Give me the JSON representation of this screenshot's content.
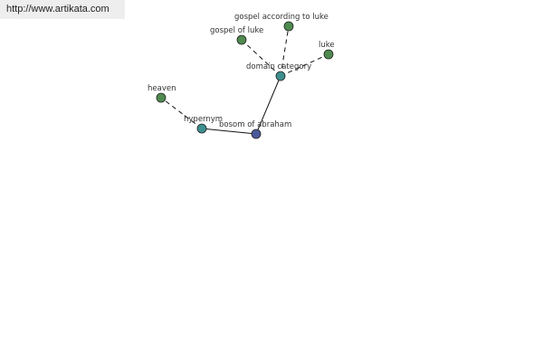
{
  "source": {
    "url_text": "http://www.artikata.com"
  },
  "graph": {
    "nodes": [
      {
        "id": "bosom",
        "label": "bosom of abraham",
        "kind": "focus",
        "color": "#4a5a9a"
      },
      {
        "id": "hypernym",
        "label": "hypernym",
        "kind": "relation",
        "color": "#3f8f8f"
      },
      {
        "id": "domain",
        "label": "domain category",
        "kind": "relation",
        "color": "#3f8f8f"
      },
      {
        "id": "heaven",
        "label": "heaven",
        "kind": "term",
        "color": "#4f8a4f"
      },
      {
        "id": "gospel_luke",
        "label": "gospel of luke",
        "kind": "term",
        "color": "#4f8a4f"
      },
      {
        "id": "gospel_acc",
        "label": "gospel according to luke",
        "kind": "term",
        "color": "#4f8a4f"
      },
      {
        "id": "luke",
        "label": "luke",
        "kind": "term",
        "color": "#4f8a4f"
      }
    ],
    "edges": [
      {
        "from": "bosom",
        "to": "hypernym",
        "style": "solid"
      },
      {
        "from": "bosom",
        "to": "domain",
        "style": "solid"
      },
      {
        "from": "hypernym",
        "to": "heaven",
        "style": "dashed"
      },
      {
        "from": "domain",
        "to": "gospel_luke",
        "style": "dashed"
      },
      {
        "from": "domain",
        "to": "gospel_acc",
        "style": "dashed"
      },
      {
        "from": "domain",
        "to": "luke",
        "style": "dashed"
      }
    ]
  }
}
